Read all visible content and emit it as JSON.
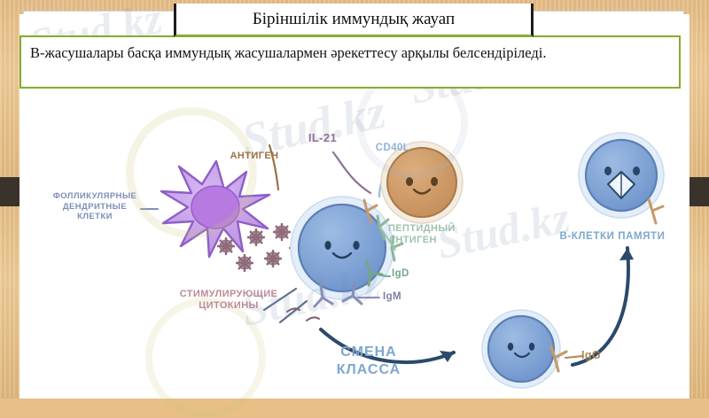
{
  "slide": {
    "title": "Біріншілік иммундық жауап",
    "body": "В-жасушалары басқа иммундық жасушалармен әрекеттесу арқылы белсендіріледі.",
    "title_border_color": "#8aac33",
    "body_border_color": "#85ab2e",
    "backdrop_color": "#e5bd86",
    "band_color": "#3a332b"
  },
  "watermark": {
    "text": "Stud.kz",
    "color": "rgba(120,140,170,0.16)"
  },
  "diagram": {
    "labels": [
      {
        "id": "follicular-dendritic-cells",
        "text": "ФОЛЛИКУЛЯРНЫЕ\nДЕНДРИТНЫЕ\nКЛЕТКИ",
        "color": "#7d8fb8",
        "size": "9.5px"
      },
      {
        "id": "antigen",
        "text": "АНТИГЕН",
        "color": "#9c7148",
        "size": "11px"
      },
      {
        "id": "il-21",
        "text": "IL-21",
        "color": "#8f6f96",
        "size": "13px"
      },
      {
        "id": "cd40l",
        "text": "CD40L",
        "color": "#8fb3d9",
        "size": "11.5px"
      },
      {
        "id": "peptide-antigen",
        "text": "ПЕПТИДНЫЙ\nАНТИГЕН",
        "color": "#9ec2ae",
        "size": "11px"
      },
      {
        "id": "igd",
        "text": "IgD",
        "color": "#74a887",
        "size": "11.5px"
      },
      {
        "id": "igm",
        "text": "IgM",
        "color": "#7e7ea8",
        "size": "11.5px"
      },
      {
        "id": "stimulating-cytokines",
        "text": "СТИМУЛИРУЮЩИЕ\nЦИТОКИНЫ",
        "color": "#bd8a97",
        "size": "11px"
      },
      {
        "id": "class-switch",
        "text": "СМЕНА\nКЛАССА",
        "color": "#7fa7cd",
        "size": "16px"
      },
      {
        "id": "igg",
        "text": "IgG",
        "color": "#b08653",
        "size": "12.5px"
      },
      {
        "id": "memory-b-cells",
        "text": "В-КЛЕТКИ ПАМЯТИ",
        "color": "#7fa7cd",
        "size": "11.5px"
      }
    ],
    "cells": [
      {
        "id": "dendritic-cell",
        "kind": "dendritic",
        "color": "#b98fe0"
      },
      {
        "id": "activated-b-cell",
        "kind": "b-cell-smile",
        "color": "#7ba0d4"
      },
      {
        "id": "t-helper-cell",
        "kind": "t-cell-smile",
        "color": "#c9935f"
      },
      {
        "id": "plasma-b-cell",
        "kind": "b-cell-smile",
        "color": "#7ba0d4"
      },
      {
        "id": "memory-b-cell",
        "kind": "b-cell-star",
        "color": "#7ba0d4"
      }
    ],
    "arrow_color": "#2b4a6b"
  }
}
